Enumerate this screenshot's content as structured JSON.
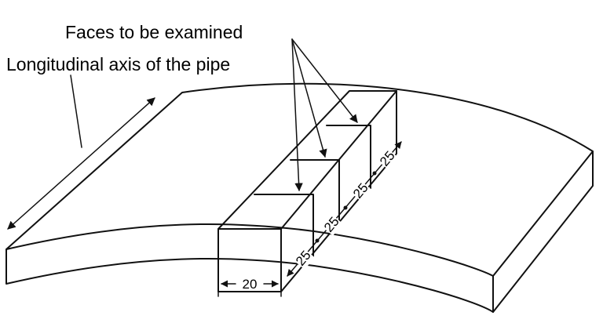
{
  "labels": {
    "faces": "Faces to be examined",
    "axis": "Longitudinal axis of the pipe"
  },
  "dimensions": {
    "width": "20",
    "seg1": "25",
    "seg2": "25",
    "seg3": "25",
    "seg4": "25"
  },
  "colors": {
    "line": "#111111",
    "background": "#ffffff"
  }
}
